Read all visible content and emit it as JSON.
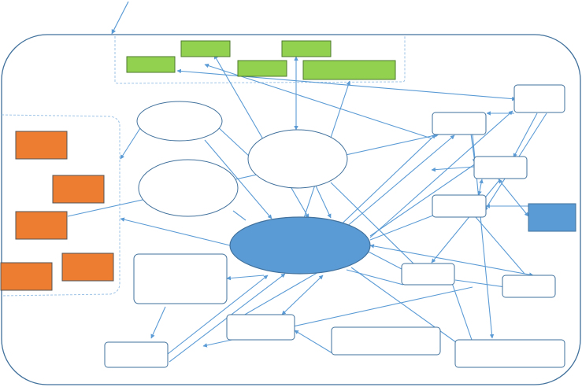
{
  "colors": {
    "line": "#5b9bd5",
    "container_stroke": "#41719c",
    "green_fill": "#92d050",
    "green_stroke": "#4e7a2e",
    "orange_fill": "#ed7d31",
    "orange_stroke": "#555555",
    "blue_fill": "#5b9bd5",
    "box_stroke": "#41719c",
    "oval_stroke": "#41719c",
    "dashed_stroke": "#9dc3e6",
    "background": "#ffffff"
  },
  "diagram": {
    "container": "rounded-rectangle",
    "green_box_count": 5,
    "orange_box_count": 5,
    "blue_box_count": 1,
    "white_box_count": 10,
    "oval_count": 3,
    "central_node": "blue-ellipse",
    "text_labels": []
  }
}
